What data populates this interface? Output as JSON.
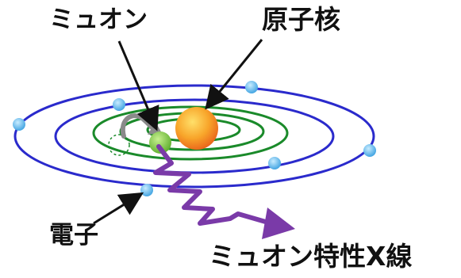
{
  "labels": {
    "muon": "ミュオン",
    "nucleus": "原子核",
    "electron": "電子",
    "muon_xray": "ミュオン特性X線"
  },
  "colors": {
    "electron_orbit": "#2a2acc",
    "muon_orbit": "#1a8a2a",
    "electron": "#55b8ee",
    "muon": "#7cc84a",
    "nucleus": "#f08a1a",
    "xray": "#7a3aa8",
    "arrow": "#111111"
  }
}
